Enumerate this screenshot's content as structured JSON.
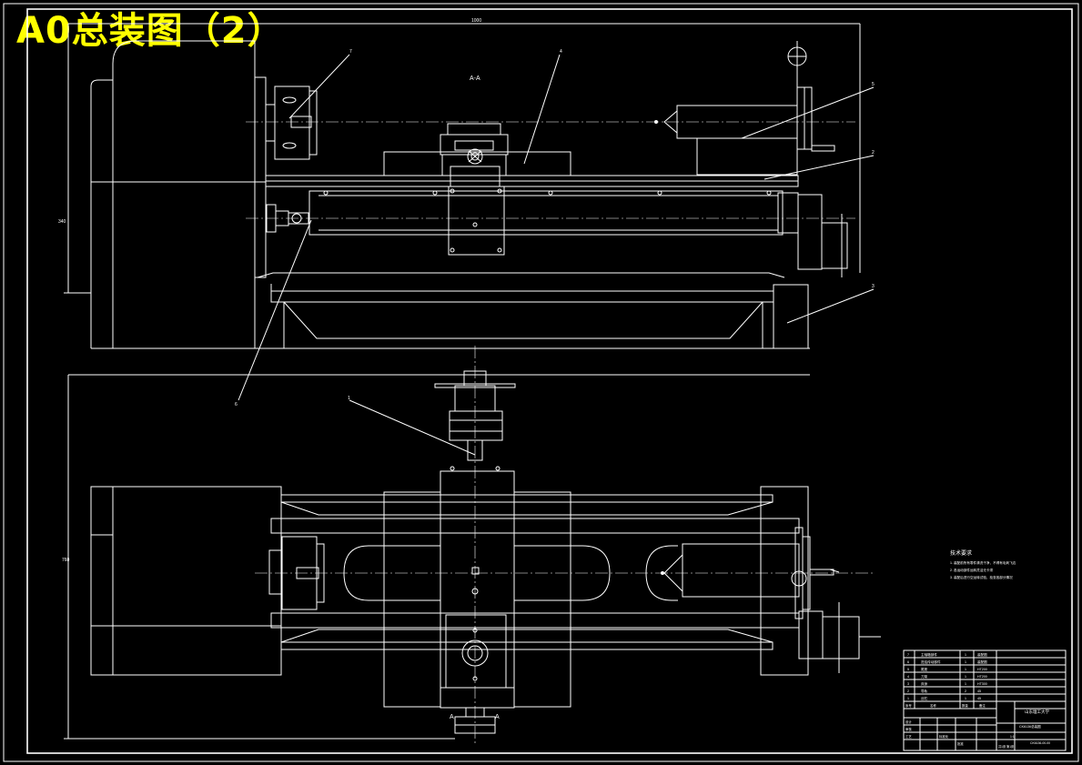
{
  "title": "A0总装图（2）",
  "section_label": "A-A",
  "cut_marker": "A",
  "top_dimension": "1000",
  "left_dimension_top": "340",
  "left_dimension_bottom": "760",
  "balloons": [
    "1",
    "2",
    "3",
    "4",
    "5",
    "6",
    "7"
  ],
  "tech_requirements": {
    "heading": "技术要求",
    "lines": [
      "1. 装配前所有零件清洗干净，不得有毛刺飞边",
      "2. 各运动部件运转灵活无卡滞",
      "3. 装配后进行空运转试验，检查各部分情况"
    ]
  },
  "parts_list": [
    {
      "no": "7",
      "name": "主轴箱部件",
      "qty": "1",
      "note": "装配图"
    },
    {
      "no": "6",
      "name": "进给传动部件",
      "qty": "1",
      "note": "装配图"
    },
    {
      "no": "5",
      "name": "尾座",
      "qty": "1",
      "note": "HT200"
    },
    {
      "no": "4",
      "name": "刀架",
      "qty": "1",
      "note": "HT200"
    },
    {
      "no": "3",
      "name": "床身",
      "qty": "1",
      "note": "HT300"
    },
    {
      "no": "2",
      "name": "导轨",
      "qty": "2",
      "note": "45"
    },
    {
      "no": "1",
      "name": "丝杠",
      "qty": "1",
      "note": "45"
    }
  ],
  "header_row": [
    "序号",
    "名称",
    "数量",
    "备注"
  ],
  "title_block": {
    "school": "山东理工大学",
    "drawing_name": "CK6136总装图",
    "drawing_no": "CK6136-00-00",
    "scale": "1:1",
    "sheet": "共1张 第1张",
    "roles": [
      "设计",
      "审核",
      "工艺",
      "标准化",
      "批准"
    ]
  }
}
